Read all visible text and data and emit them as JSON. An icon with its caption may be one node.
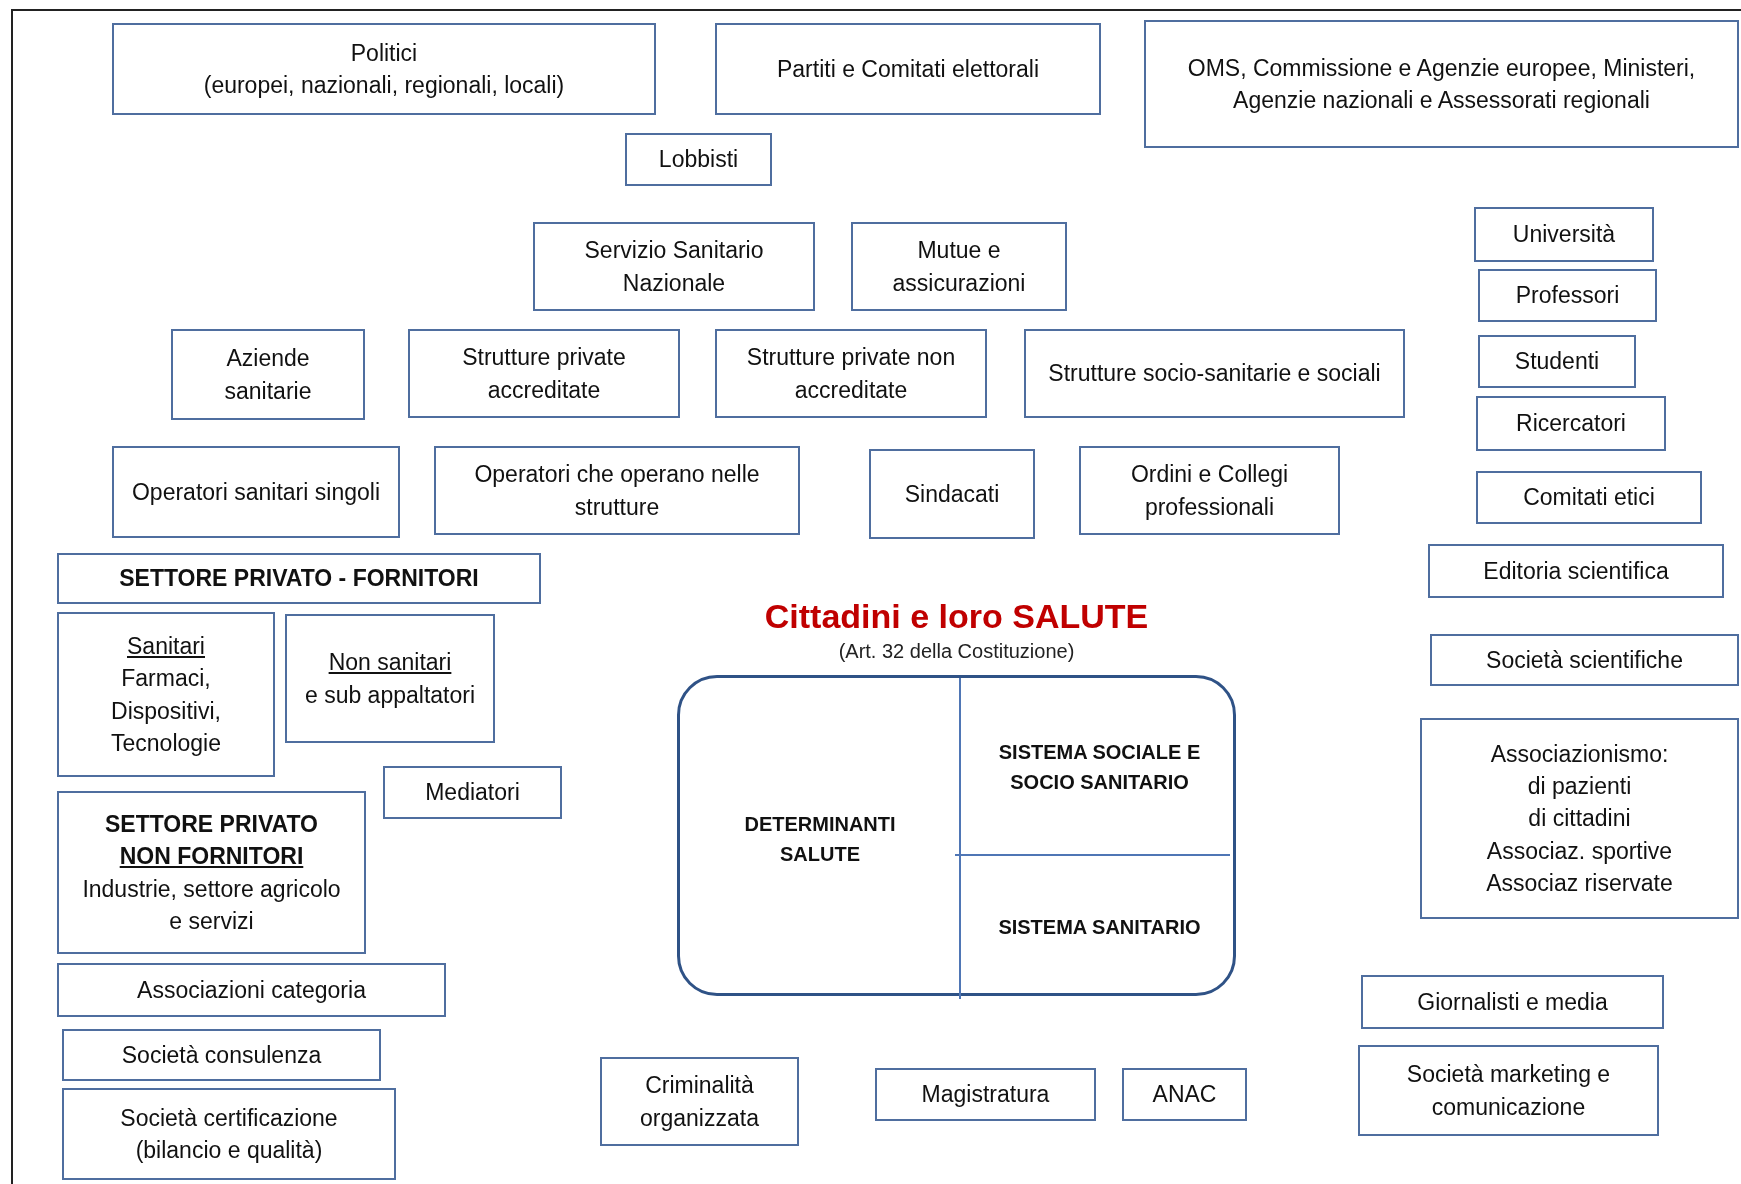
{
  "diagram": {
    "nodes": [
      {
        "text": [
          "Politici",
          "(europei, nazionali, regionali, locali)"
        ]
      },
      {
        "text": [
          "Partiti e Comitati elettorali"
        ]
      },
      {
        "text": [
          "OMS, Commissione e Agenzie europee, Ministeri, Agenzie nazionali e Assessorati regionali"
        ]
      },
      {
        "text": [
          "Lobbisti"
        ]
      },
      {
        "text": [
          "Servizio Sanitario Nazionale"
        ]
      },
      {
        "text": [
          "Mutue e assicurazioni"
        ]
      },
      {
        "text": [
          "Aziende sanitarie"
        ]
      },
      {
        "text": [
          "Strutture private accreditate"
        ]
      },
      {
        "text": [
          "Strutture private non accreditate"
        ]
      },
      {
        "text": [
          "Strutture socio-sanitarie e sociali"
        ]
      },
      {
        "text": [
          "Operatori sanitari singoli"
        ]
      },
      {
        "text": [
          "Operatori che operano nelle strutture"
        ]
      },
      {
        "text": [
          "Sindacati"
        ]
      },
      {
        "text": [
          "Ordini e Collegi professionali"
        ]
      },
      {
        "text": [
          "SETTORE PRIVATO - FORNITORI"
        ]
      },
      {
        "text": [
          "Sanitari",
          "Farmaci, Dispositivi, Tecnologie"
        ]
      },
      {
        "text": [
          "Non sanitari",
          "e sub appaltatori"
        ]
      },
      {
        "text": [
          "Mediatori"
        ]
      },
      {
        "text": [
          "SETTORE PRIVATO",
          "NON FORNITORI",
          "Industrie, settore agricolo e servizi"
        ]
      },
      {
        "text": [
          "Associazioni categoria"
        ]
      },
      {
        "text": [
          "Società consulenza"
        ]
      },
      {
        "text": [
          "Società certificazione (bilancio e qualità)"
        ]
      },
      {
        "text": [
          "Criminalità organizzata"
        ]
      },
      {
        "text": [
          "Magistratura"
        ]
      },
      {
        "text": [
          "ANAC"
        ]
      },
      {
        "text": [
          "Università"
        ]
      },
      {
        "text": [
          "Professori"
        ]
      },
      {
        "text": [
          "Studenti"
        ]
      },
      {
        "text": [
          "Ricercatori"
        ]
      },
      {
        "text": [
          "Comitati etici"
        ]
      },
      {
        "text": [
          "Editoria scientifica"
        ]
      },
      {
        "text": [
          "Società scientifiche"
        ]
      },
      {
        "text": [
          "Associazionismo:",
          "di pazienti",
          "di cittadini",
          "Associaz. sportive",
          "Associaz riservate"
        ]
      },
      {
        "text": [
          "Giornalisti e media"
        ]
      },
      {
        "text": [
          "Società marketing e comunicazione"
        ]
      },
      {
        "text": [
          "Cittadini e loro SALUTE",
          "(Art. 32 della Costituzione)"
        ]
      },
      {
        "text": [
          "DETERMINANTI SALUTE"
        ],
        "in": 35
      },
      {
        "text": [
          "SISTEMA SOCIALE E SOCIO SANITARIO"
        ],
        "in": 35
      },
      {
        "text": [
          "SISTEMA SANITARIO"
        ],
        "in": 35
      }
    ]
  }
}
